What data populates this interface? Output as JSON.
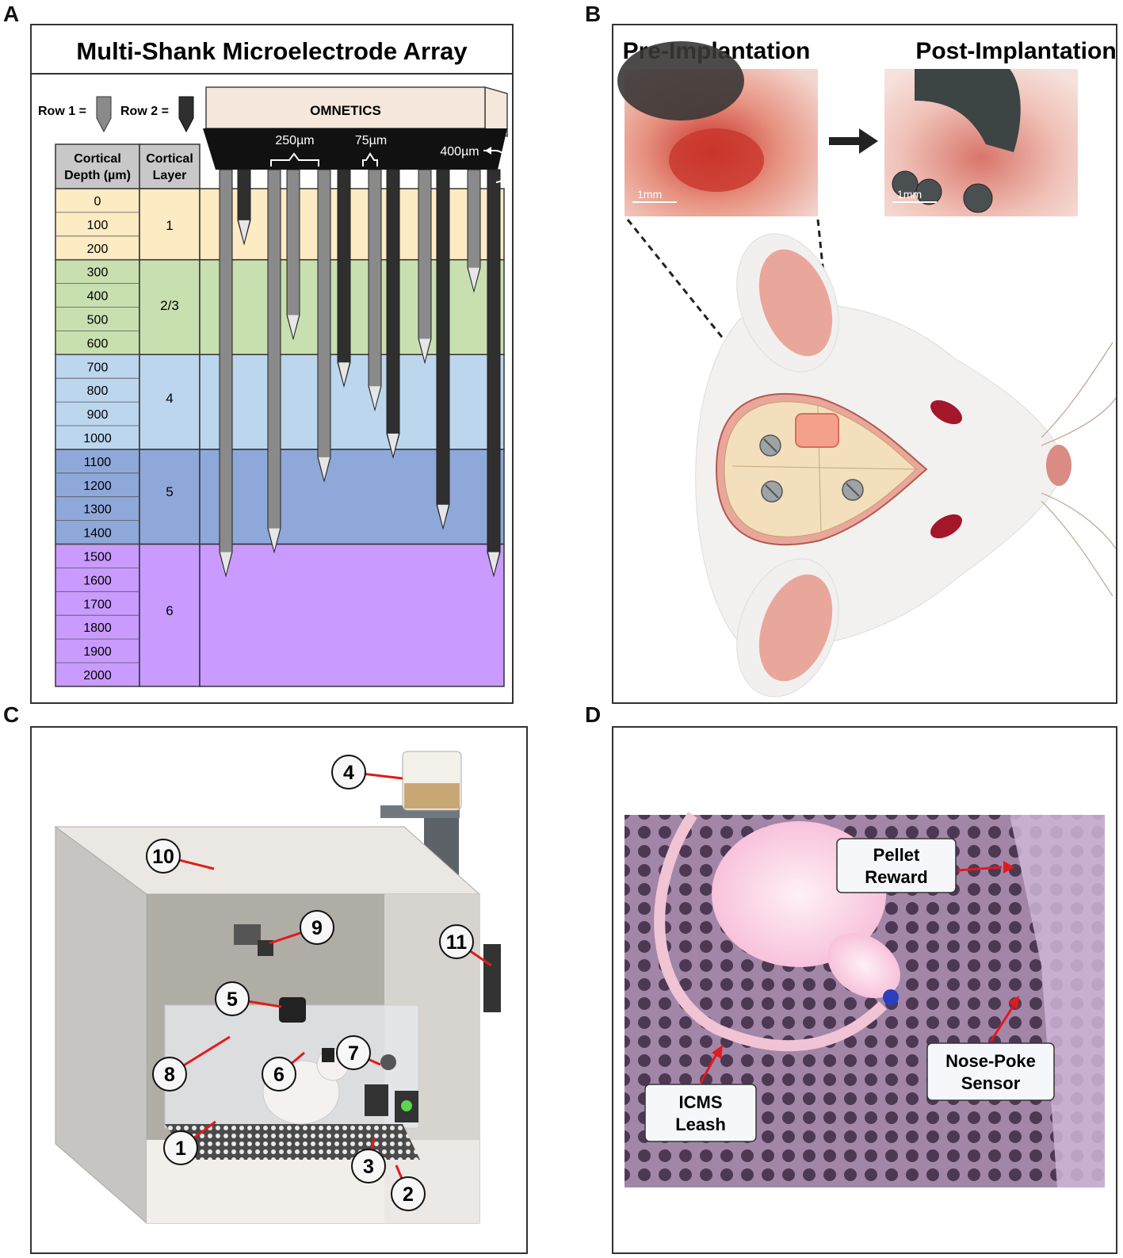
{
  "panels": {
    "a": {
      "letter": "A",
      "title": "Multi-Shank Microelectrode Array",
      "row1_label": "Row 1 =",
      "row2_label": "Row 2 =",
      "connector_label": "OMNETICS",
      "dim_250": "250µm",
      "dim_75": "75µm",
      "dim_400": "400µm",
      "col_depth_line1": "Cortical",
      "col_depth_line2": "Depth (µm)",
      "col_layer_line1": "Cortical",
      "col_layer_line2": "Layer",
      "depths": [
        "0",
        "100",
        "200",
        "300",
        "400",
        "500",
        "600",
        "700",
        "800",
        "900",
        "1000",
        "1100",
        "1200",
        "1300",
        "1400",
        "1500",
        "1600",
        "1700",
        "1800",
        "1900",
        "2000"
      ],
      "layers": [
        {
          "label": "1",
          "color": "#fdebc4"
        },
        {
          "label": "2/3",
          "color": "#c8e0b0"
        },
        {
          "label": "4",
          "color": "#bcd6ee"
        },
        {
          "label": "5",
          "color": "#8fa8da"
        },
        {
          "label": "6",
          "color": "#c99bff"
        }
      ],
      "shank_colors": {
        "row1": "#8a8a8a",
        "row2": "#2f2f2f"
      }
    },
    "b": {
      "letter": "B",
      "pre_title": "Pre-Implantation",
      "post_title": "Post-Implantation",
      "scale_pre": "1mm",
      "scale_post": "1mm"
    },
    "c": {
      "letter": "C",
      "callouts": [
        "1",
        "2",
        "3",
        "4",
        "5",
        "6",
        "7",
        "8",
        "9",
        "10",
        "11"
      ]
    },
    "d": {
      "letter": "D",
      "label_pellet_1": "Pellet",
      "label_pellet_2": "Reward",
      "label_nose_1": "Nose-Poke",
      "label_nose_2": "Sensor",
      "label_icms_1": "ICMS",
      "label_icms_2": "Leash"
    }
  }
}
